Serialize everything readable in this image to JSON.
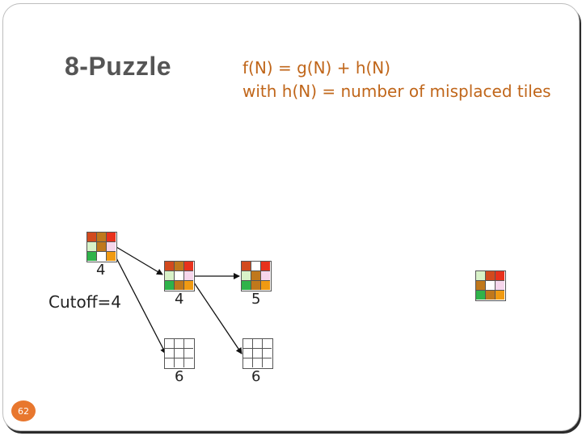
{
  "title": "8-Puzzle",
  "formula": {
    "line1": "f(N) = g(N) + h(N)",
    "line2": "with h(N) = number of misplaced tiles"
  },
  "cutoff_label": "Cutoff=4",
  "slide_number": "62",
  "colors": {
    "frame_border": "#bdbdbd",
    "formula_text": "#c0661a",
    "slide_badge": "#e8772e",
    "tile_orange_red": "#d24a1e",
    "tile_red": "#e8311c",
    "tile_brown": "#c0781c",
    "tile_light_green": "#d8f2c8",
    "tile_pink": "#f6d6ec",
    "tile_green": "#2fb34a",
    "tile_orange": "#f09a12",
    "tile_empty": "#ffffff"
  },
  "nodes": [
    {
      "id": "root",
      "label": "4",
      "tiles": [
        "#d24a1e",
        "#c0781c",
        "#e8311c",
        "#d8f2c8",
        "#c0781c",
        "#f6d6ec",
        "#2fb34a",
        "#ffffff",
        "#f09a12"
      ]
    },
    {
      "id": "child1",
      "label": "4",
      "tiles": [
        "#d24a1e",
        "#c0781c",
        "#e8311c",
        "#d8f2c8",
        "#ffffff",
        "#f6d6ec",
        "#2fb34a",
        "#c0781c",
        "#f09a12"
      ]
    },
    {
      "id": "child2",
      "label": "6",
      "tiles": [
        "#ffffff",
        "#ffffff",
        "#ffffff",
        "#ffffff",
        "#ffffff",
        "#ffffff",
        "#ffffff",
        "#ffffff",
        "#ffffff"
      ]
    },
    {
      "id": "grand1",
      "label": "5",
      "tiles": [
        "#d24a1e",
        "#ffffff",
        "#e8311c",
        "#d8f2c8",
        "#c0781c",
        "#f6d6ec",
        "#2fb34a",
        "#c0781c",
        "#f09a12"
      ]
    },
    {
      "id": "grand2",
      "label": "6",
      "tiles": [
        "#ffffff",
        "#ffffff",
        "#ffffff",
        "#ffffff",
        "#ffffff",
        "#ffffff",
        "#ffffff",
        "#ffffff",
        "#ffffff"
      ]
    },
    {
      "id": "goal",
      "label": "",
      "tiles": [
        "#d8f2c8",
        "#d24a1e",
        "#e8311c",
        "#c0781c",
        "#ffffff",
        "#f6d6ec",
        "#2fb34a",
        "#c0781c",
        "#f09a12"
      ]
    }
  ]
}
